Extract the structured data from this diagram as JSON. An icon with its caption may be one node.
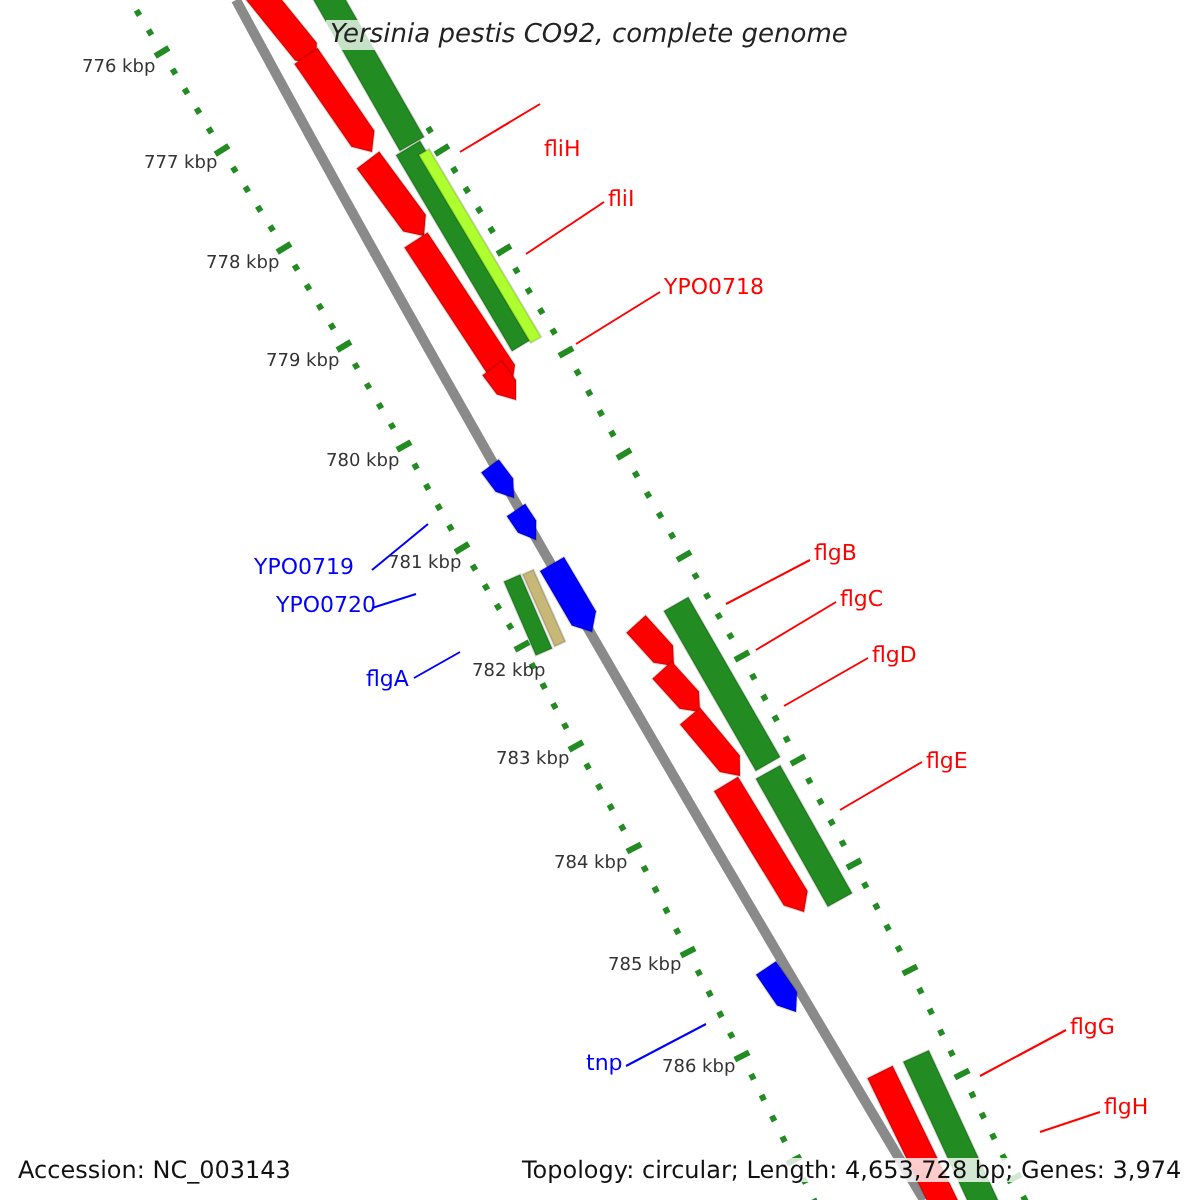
{
  "diagram": {
    "title": "Yersinia pestis CO92, complete genome",
    "nodes": [
      {
        "text": [
          "fliH"
        ]
      },
      {
        "text": [
          "fliI"
        ]
      },
      {
        "text": [
          "YPO0718"
        ]
      },
      {
        "text": [
          "YPO0719"
        ]
      },
      {
        "text": [
          "YPO0720"
        ]
      },
      {
        "text": [
          "flgA"
        ]
      },
      {
        "text": [
          "flgB"
        ]
      },
      {
        "text": [
          "flgC"
        ]
      },
      {
        "text": [
          "flgD"
        ]
      },
      {
        "text": [
          "flgE"
        ]
      },
      {
        "text": [
          "tnp"
        ]
      },
      {
        "text": [
          "flgG"
        ]
      },
      {
        "text": [
          "flgH"
        ]
      }
    ],
    "edges": [
      {
        "from": 0,
        "to": null,
        "arrow": "none"
      },
      {
        "from": 1,
        "to": null,
        "arrow": "none"
      },
      {
        "from": 2,
        "to": null,
        "arrow": "none"
      },
      {
        "from": 3,
        "to": null,
        "arrow": "none",
        "color": "#0000ff"
      },
      {
        "from": 4,
        "to": null,
        "arrow": "none",
        "color": "#0000ff"
      },
      {
        "from": 5,
        "to": null,
        "arrow": "none",
        "color": "#0000ff"
      },
      {
        "from": 6,
        "to": null,
        "arrow": "none"
      },
      {
        "from": 7,
        "to": null,
        "arrow": "none"
      },
      {
        "from": 8,
        "to": null,
        "arrow": "none"
      },
      {
        "from": 9,
        "to": null,
        "arrow": "none"
      },
      {
        "from": 10,
        "to": null,
        "arrow": "none",
        "color": "#0000ff"
      },
      {
        "from": 11,
        "to": null,
        "arrow": "none"
      },
      {
        "from": 12,
        "to": null,
        "arrow": "none"
      }
    ],
    "labels": [
      "776 kbp",
      "777 kbp",
      "778 kbp",
      "779 kbp",
      "780 kbp",
      "781 kbp",
      "782 kbp",
      "783 kbp",
      "784 kbp",
      "785 kbp",
      "786 kbp",
      "Accession: NC_003143",
      "Topology: circular; Length: 4,653,728 bp; Genes: 3,974"
    ]
  }
}
